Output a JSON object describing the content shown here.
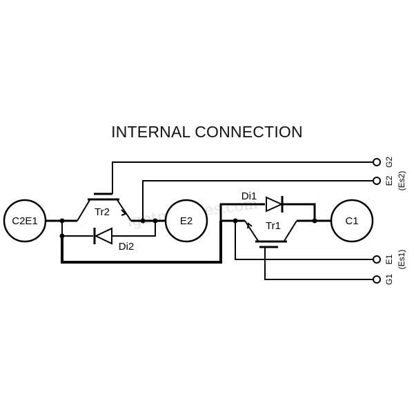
{
  "title": "INTERNAL CONNECTION",
  "watermark": "igbtmodules.com",
  "terminals": {
    "c2e1": "C2E1",
    "e2": "E2",
    "c1": "C1"
  },
  "components": {
    "tr2": "Tr2",
    "di2": "Di2",
    "di1": "Di1",
    "tr1": "Tr1"
  },
  "pins": {
    "g2": "G2",
    "e2": "E2",
    "es2": "(Es2)",
    "e1": "E1",
    "es1": "(Es1)",
    "g1": "G1"
  }
}
